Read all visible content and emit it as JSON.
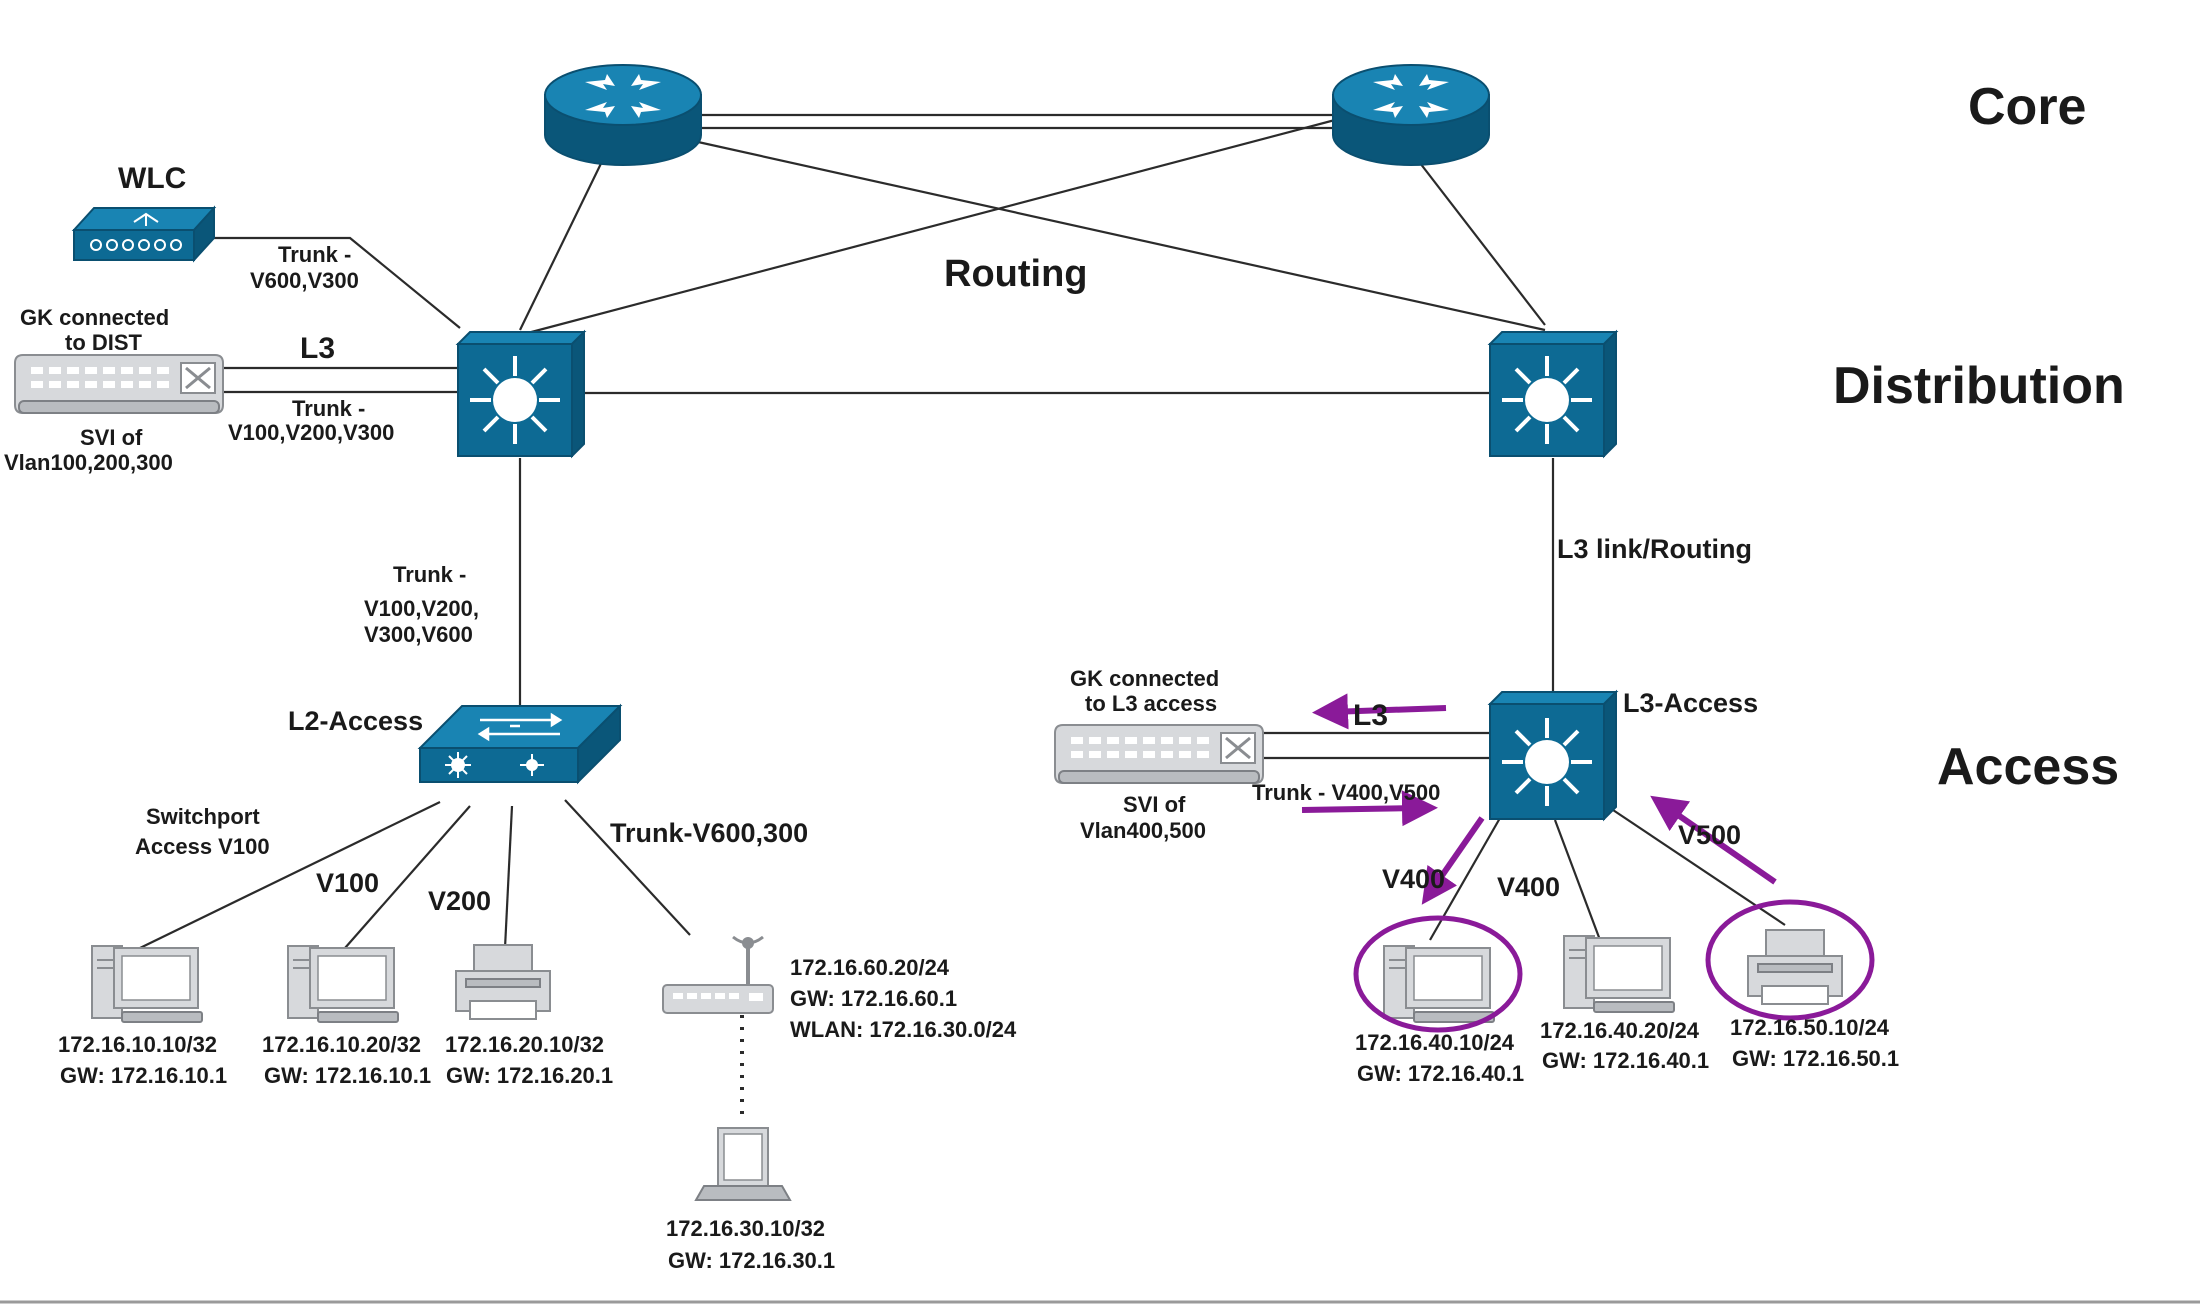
{
  "tiers": {
    "core": "Core",
    "distribution": "Distribution",
    "access": "Access"
  },
  "routing_label": "Routing",
  "wlc": {
    "label": "WLC",
    "link_line1": "Trunk -",
    "link_line2": "V600,V300"
  },
  "gk_dist": {
    "title_line1": "GK connected",
    "title_line2": "to DIST",
    "l3_label": "L3",
    "trunk_line1": "Trunk -",
    "trunk_line2": "V100,V200,V300",
    "svi_line1": "SVI of",
    "svi_line2": "Vlan100,200,300"
  },
  "dist_to_access": {
    "line1": "Trunk -",
    "line2": "V100,V200,",
    "line3": "V300,V600"
  },
  "l3_link_label": "L3 link/Routing",
  "l2_access": {
    "label": "L2-Access",
    "switchport_line1": "Switchport",
    "switchport_line2": "Access V100",
    "v100": "V100",
    "v200": "V200",
    "trunk_ap": "Trunk-V600,300"
  },
  "l2_hosts": [
    {
      "ip": "172.16.10.10/32",
      "gw": "GW: 172.16.10.1"
    },
    {
      "ip": "172.16.10.20/32",
      "gw": "GW: 172.16.10.1"
    },
    {
      "ip": "172.16.20.10/32",
      "gw": "GW: 172.16.20.1"
    }
  ],
  "ap": {
    "ip": "172.16.60.20/24",
    "gw": "GW: 172.16.60.1",
    "wlan": "WLAN: 172.16.30.0/24"
  },
  "laptop": {
    "ip": "172.16.30.10/32",
    "gw": "GW: 172.16.30.1"
  },
  "l3_access": {
    "label": "L3-Access",
    "v400a": "V400",
    "v400b": "V400",
    "v500": "V500"
  },
  "gk_access": {
    "title_line1": "GK connected",
    "title_line2": "to L3 access",
    "l3_label": "L3",
    "trunk_label": "Trunk - V400,V500",
    "svi_line1": "SVI of",
    "svi_line2": "Vlan400,500"
  },
  "l3_hosts": [
    {
      "ip": "172.16.40.10/24",
      "gw": "GW: 172.16.40.1"
    },
    {
      "ip": "172.16.40.20/24",
      "gw": "GW: 172.16.40.1"
    },
    {
      "ip": "172.16.50.10/24",
      "gw": "GW: 172.16.50.1"
    }
  ],
  "colors": {
    "device_blue": "#0d6a94",
    "highlight_purple": "#8a1a99",
    "device_grey": "#d7d9dc"
  },
  "icons": [
    "router-icon",
    "layer3-switch-icon",
    "layer2-switch-icon",
    "wlc-icon",
    "gatekeeper-icon",
    "pc-icon",
    "printer-icon",
    "access-point-icon",
    "laptop-icon"
  ]
}
